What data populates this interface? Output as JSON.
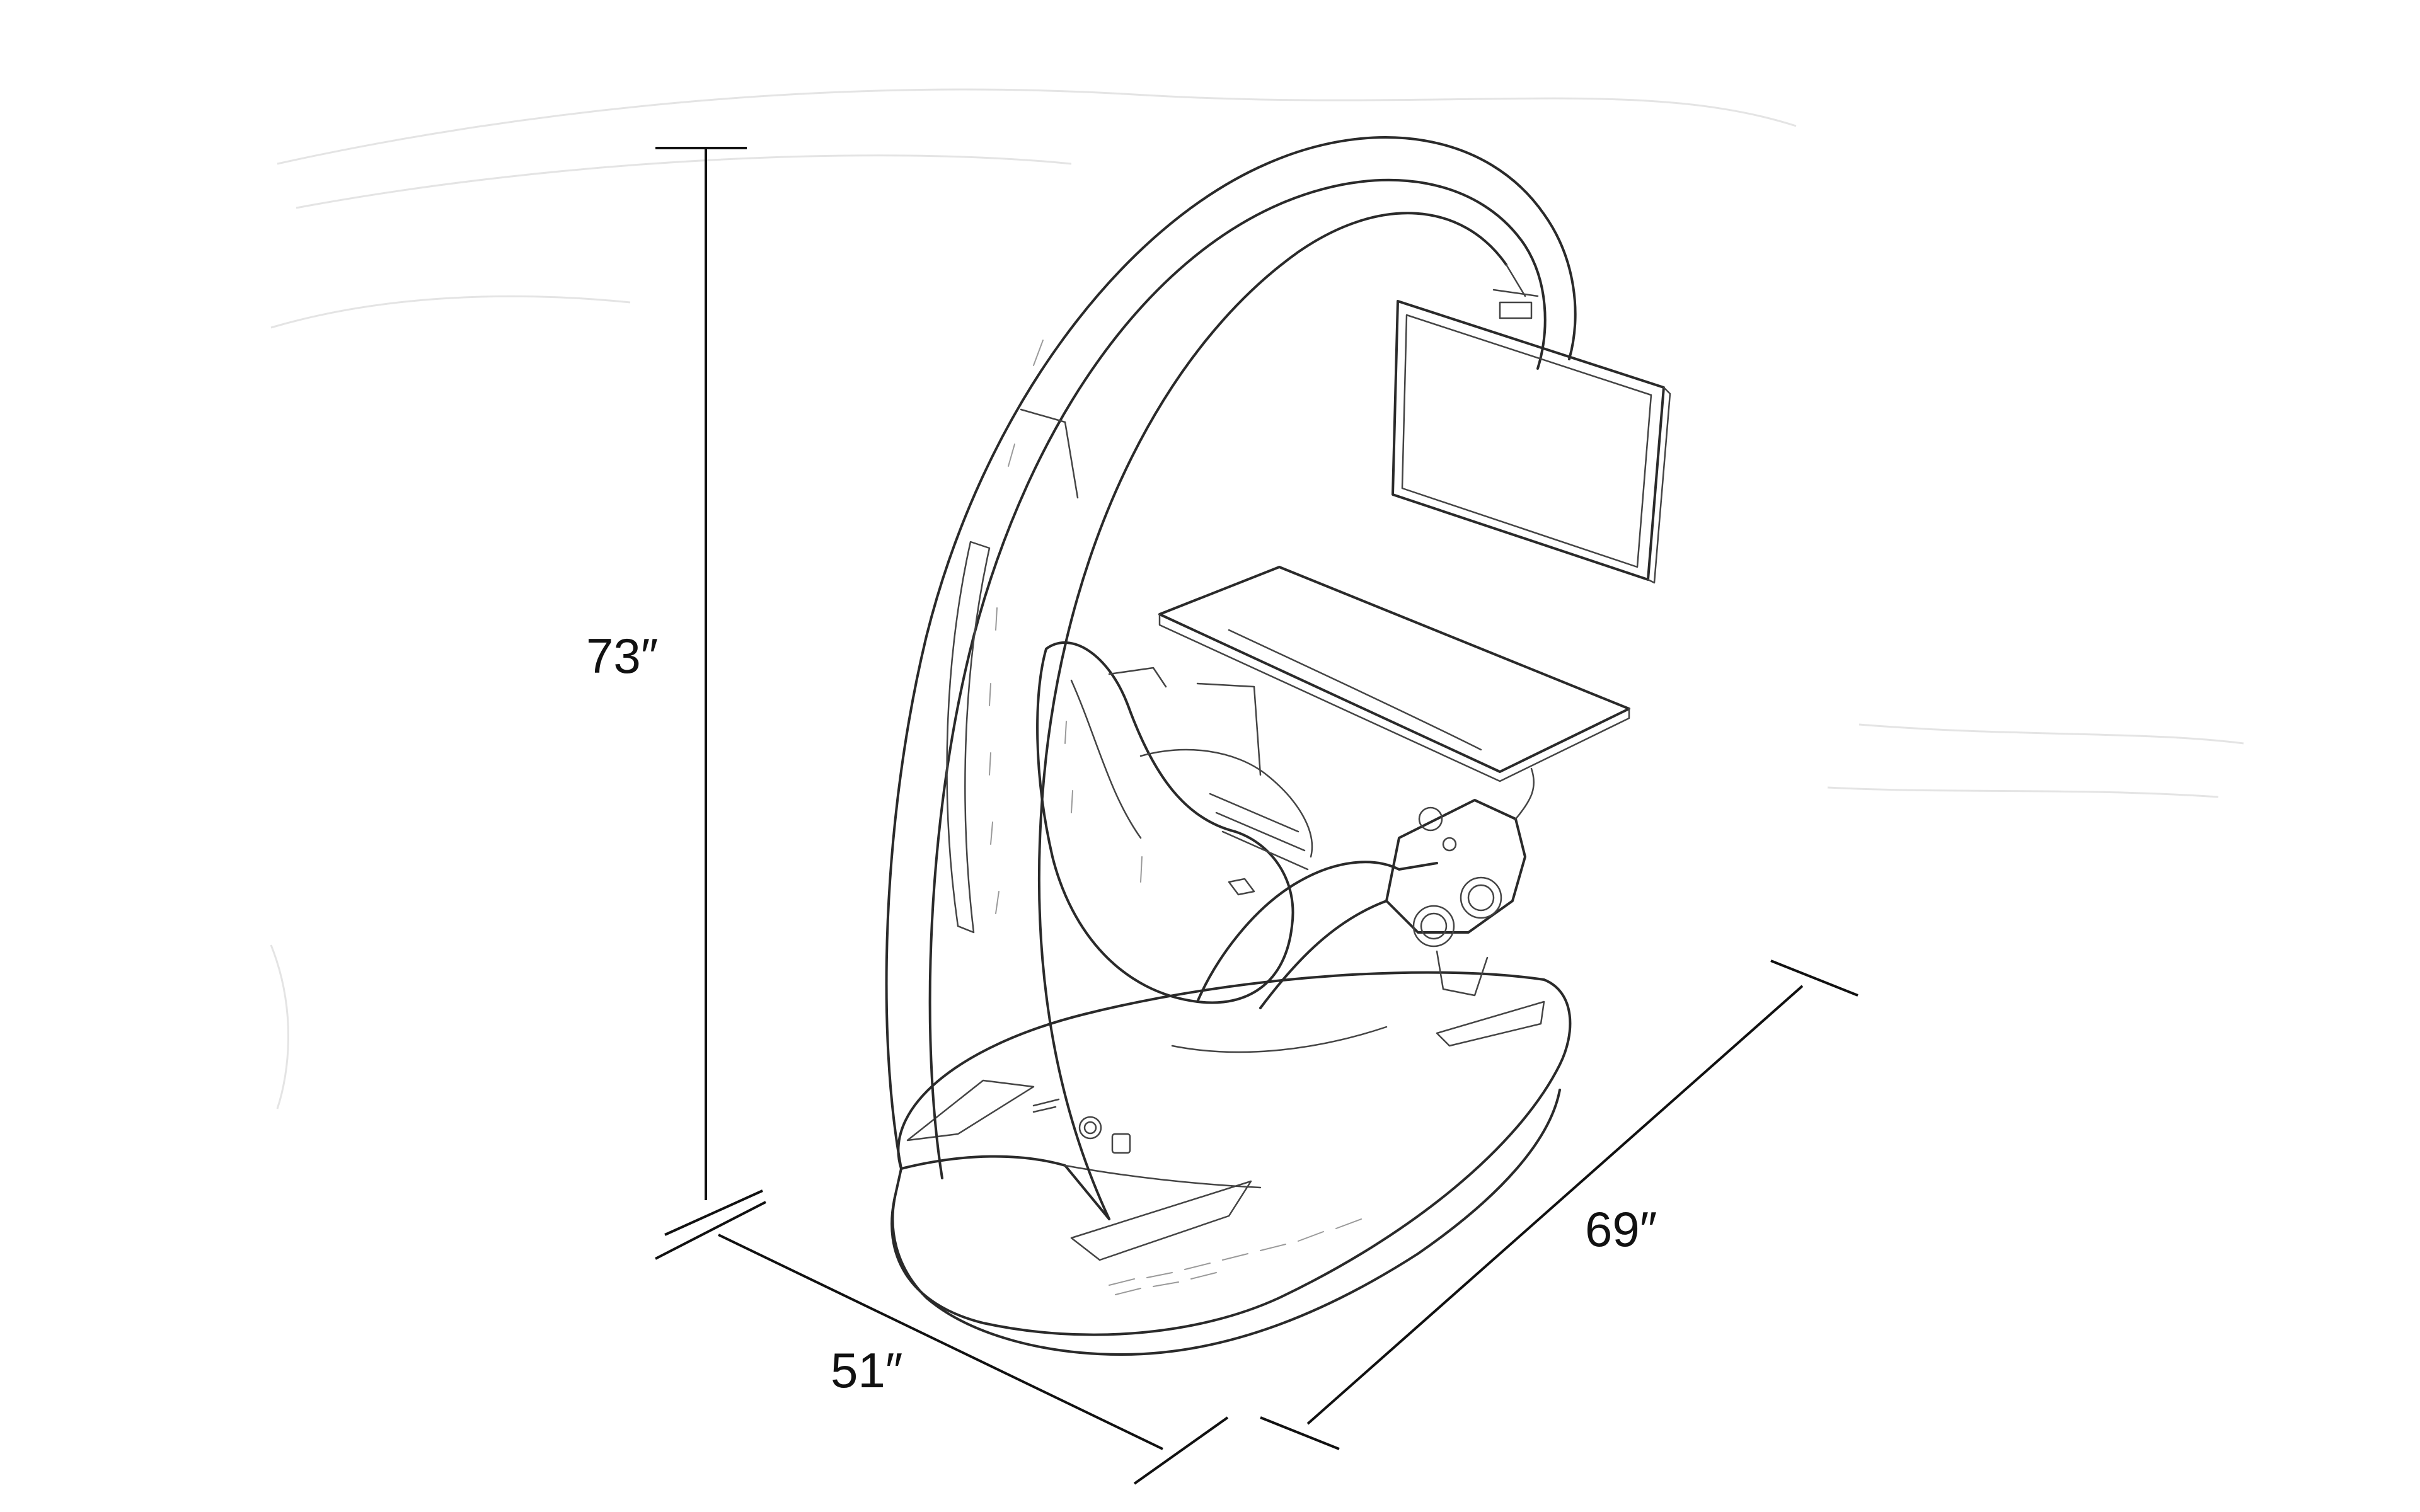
{
  "dimensions": {
    "height": "73″",
    "width": "51″",
    "depth": "69″"
  },
  "colors": {
    "ink": "#2a2a2a",
    "background": "#ffffff",
    "dimension_line": "#111111"
  }
}
